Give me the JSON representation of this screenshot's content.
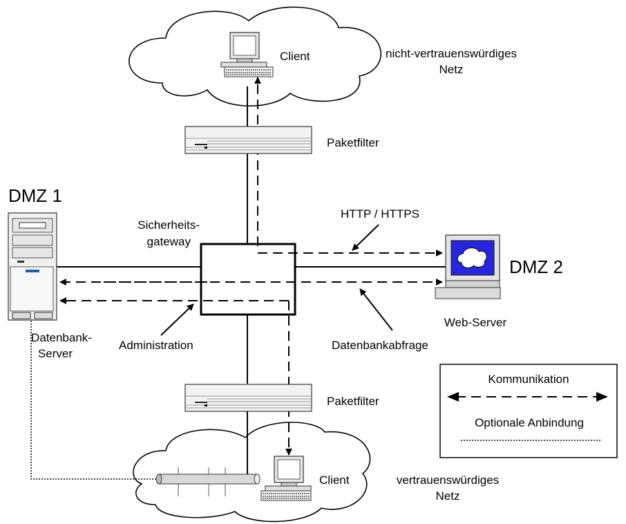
{
  "zones": {
    "untrusted_client": "Client",
    "untrusted_network": [
      "nicht-vertrauenswürdiges",
      "Netz"
    ],
    "trusted_client": "Client",
    "trusted_network": [
      "vertrauenswürdiges",
      "Netz"
    ],
    "dmz1": "DMZ 1",
    "dmz2": "DMZ 2"
  },
  "devices": {
    "packet_filter_top": "Paketfilter",
    "packet_filter_bottom": "Paketfilter",
    "gateway": [
      "Sicherheits-",
      "gateway"
    ],
    "db_server": [
      "Datenbank-",
      "Server"
    ],
    "web_server": "Web-Server"
  },
  "annotations": {
    "http": "HTTP / HTTPS",
    "admin": "Administration",
    "db_query": "Datenbankabfrage"
  },
  "legend": {
    "communication": "Kommunikation",
    "optional": "Optionale Anbindung"
  }
}
